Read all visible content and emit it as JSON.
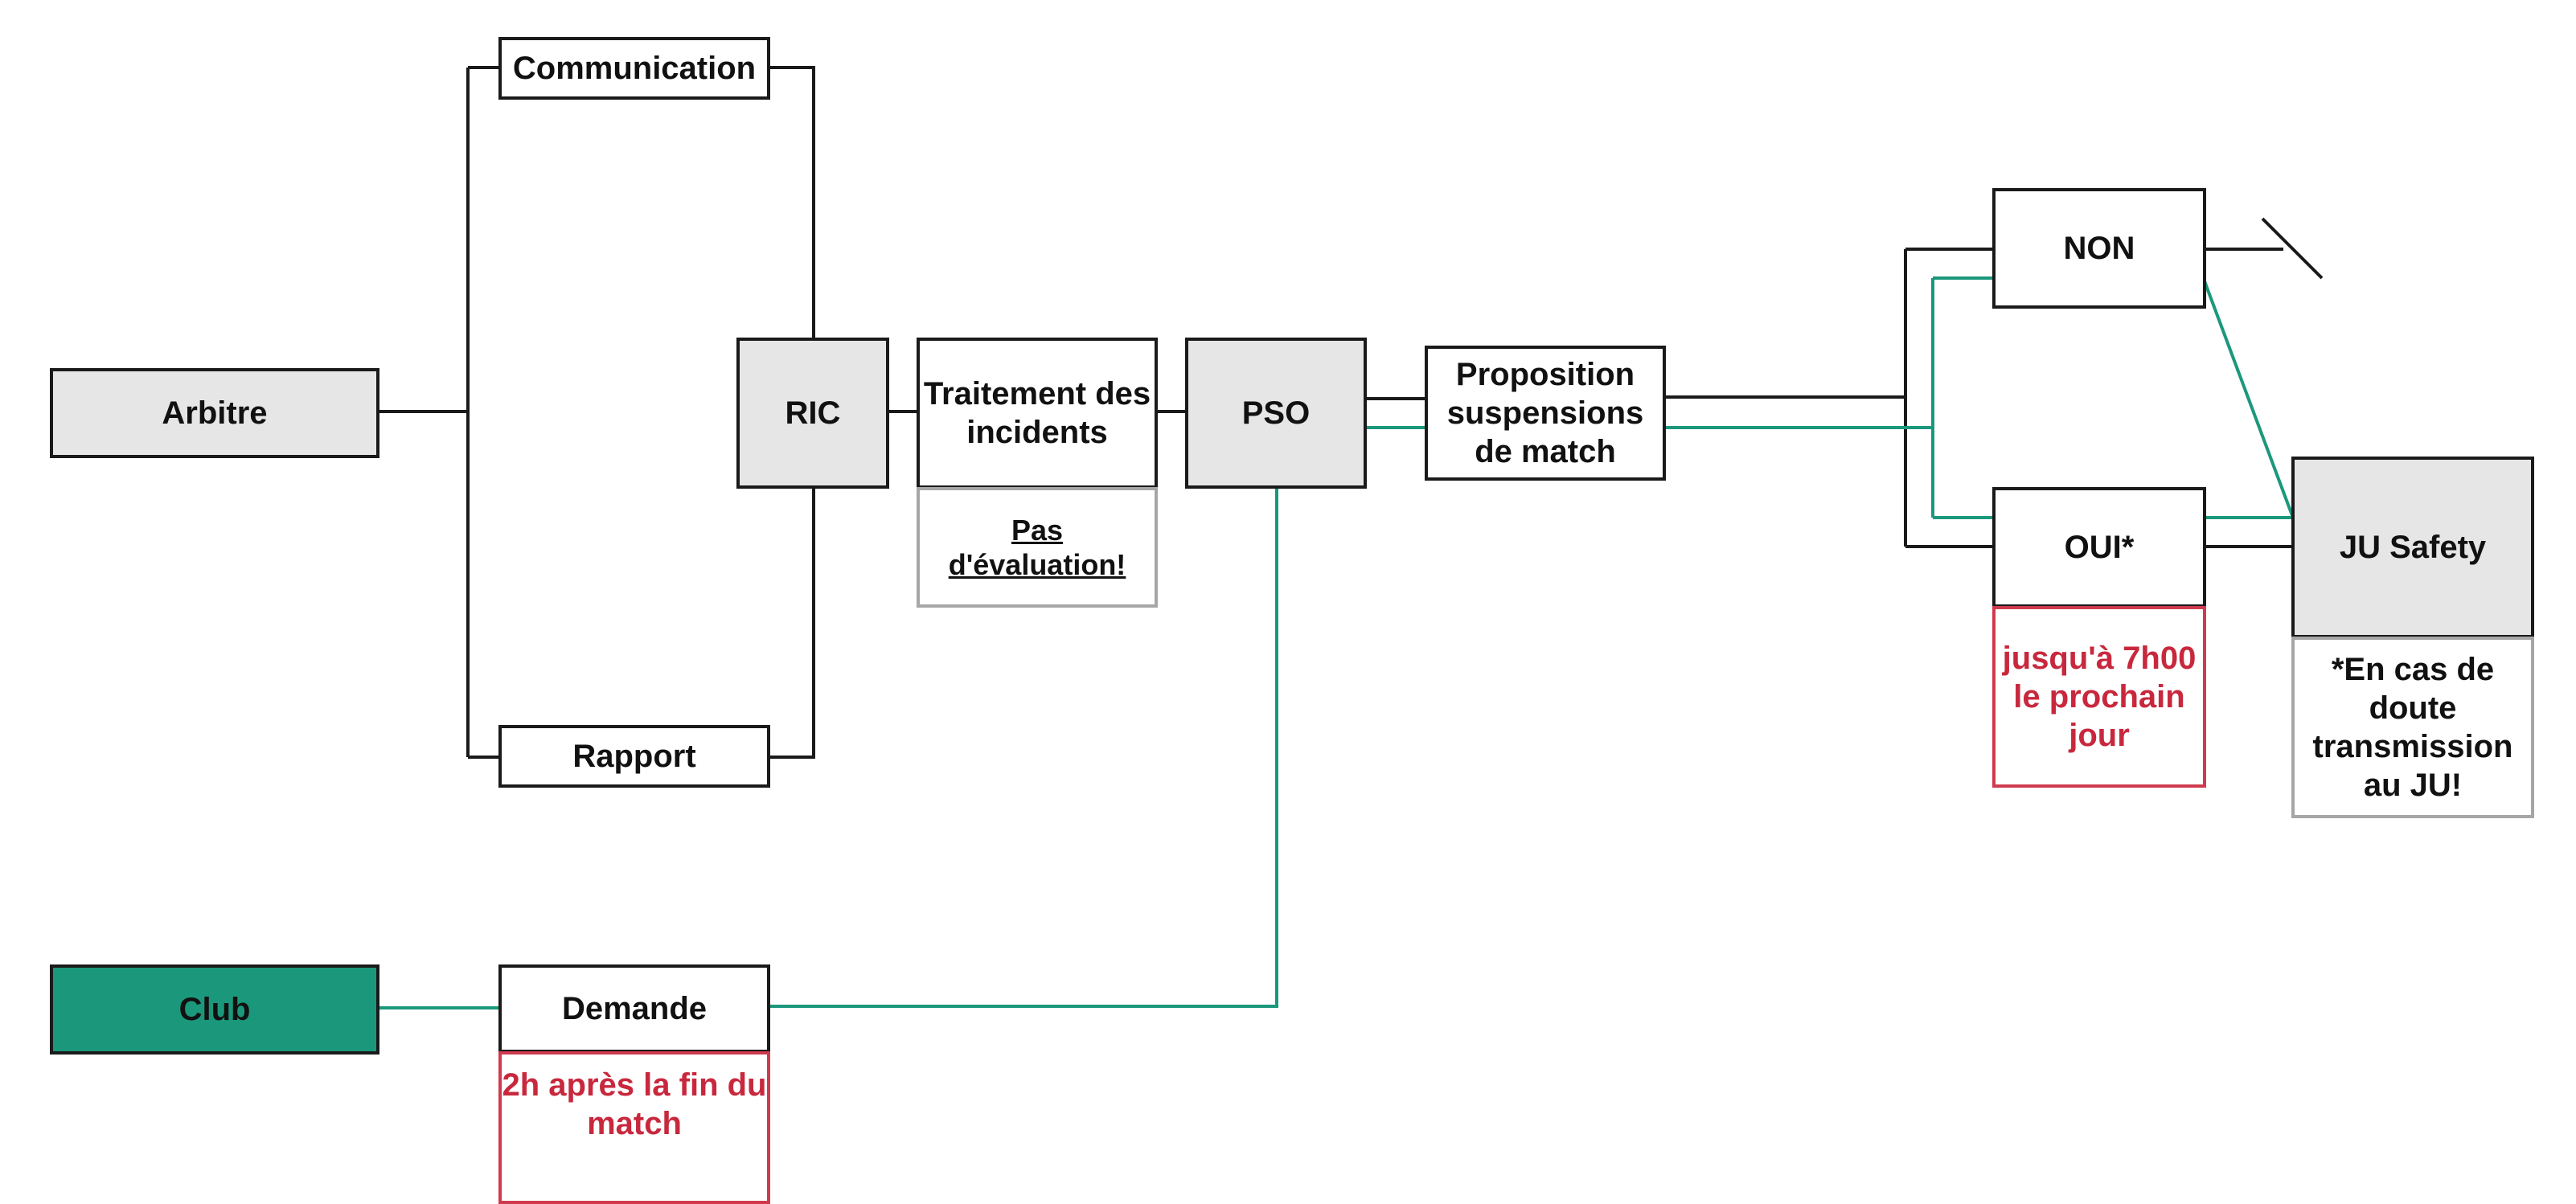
{
  "colors": {
    "accent_green": "#1b987c",
    "red_text": "#c8283d",
    "red_border": "#d03a4e",
    "grey_fill": "#e6e6e6",
    "line": "#1a1a1a"
  },
  "nodes": {
    "arbitre": "Arbitre",
    "communication": "Communication",
    "rapport": "Rapport",
    "ric": "RIC",
    "traitement": "Traitement des incidents",
    "pas_evaluation": "Pas d'évaluation!",
    "pso": "PSO",
    "proposition": "Proposition suspensions de match",
    "non": "NON",
    "oui": "OUI*",
    "oui_note": "jusqu'à 7h00 le prochain jour",
    "ju_safety": "JU Safety",
    "ju_note": "*En cas de doute transmission au JU!",
    "club": "Club",
    "demande": "Demande",
    "demande_note": "2h après la fin du match"
  }
}
